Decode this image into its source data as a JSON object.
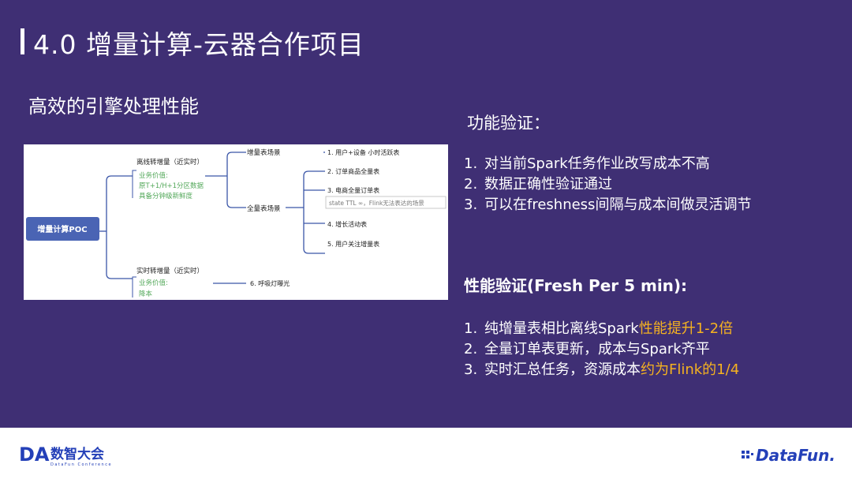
{
  "slide": {
    "title": "4.0 增量计算-云器合作项目",
    "subtitle": "高效的引擎处理性能"
  },
  "mindmap": {
    "root": "增量计算POC",
    "offline_branch": "离线转增量（近实时）",
    "offline_value": [
      "业务价值:",
      "原T+1/H+1分区数据",
      "具备分钟级新鲜度"
    ],
    "realtime_branch": "实时转增量（近实时）",
    "realtime_value": [
      "业务价值:",
      "降本"
    ],
    "incremental_scene": "增量表场景",
    "full_scene": "全量表场景",
    "items": {
      "i1": "1. 用户+设备 小时活跃表",
      "i2": "2. 订单商品全量表",
      "i3": "3. 电商全量订单表",
      "i3_note": "state TTL ∞，Flink无法表达的场景",
      "i4": "4. 增长活动表",
      "i5": "5. 用户关注增量表",
      "i6": "6. 呼吸灯曝光"
    }
  },
  "functional": {
    "title": "功能验证：",
    "items": [
      {
        "num": "1.",
        "text": "对当前Spark任务作业改写成本不高"
      },
      {
        "num": "2.",
        "text": "数据正确性验证通过"
      },
      {
        "num": "3.",
        "text": "可以在freshness间隔与成本间做灵活调节"
      }
    ]
  },
  "performance": {
    "title": "性能验证(Fresh Per 5 min):",
    "items": [
      {
        "num": "1.",
        "pre": "纯增量表相比离线Spark",
        "hl": "性能提升1-2倍",
        "post": ""
      },
      {
        "num": "2.",
        "pre": "全量订单表更新，成本与Spark齐平",
        "hl": "",
        "post": ""
      },
      {
        "num": "3.",
        "pre": "实时汇总任务，资源成本",
        "hl": "约为Flink的1/4",
        "post": ""
      }
    ]
  },
  "footer": {
    "left_logo_mark": "DA",
    "left_logo_text": "数智大会",
    "left_logo_sub": "DataFun Conference",
    "right_logo_text": "DataFun."
  },
  "colors": {
    "background": "#3f2f74",
    "highlight": "#f5b220",
    "root_node": "#4a64b4",
    "green_text": "#53a85a",
    "logo_blue": "#2440b8"
  }
}
